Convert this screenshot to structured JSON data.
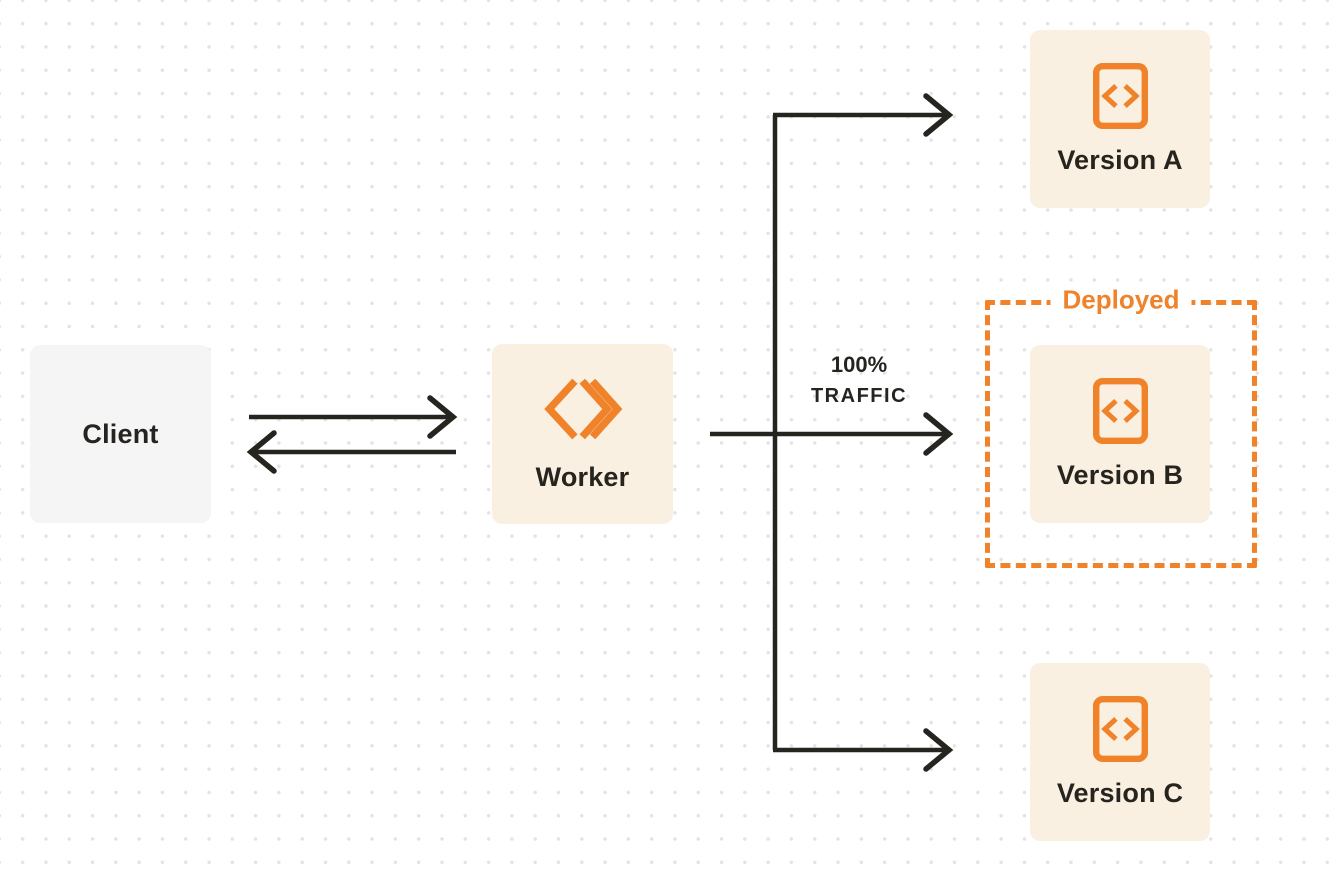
{
  "diagram": {
    "nodes": {
      "client": {
        "label": "Client"
      },
      "worker": {
        "label": "Worker"
      },
      "version_a": {
        "label": "Version A"
      },
      "version_b": {
        "label": "Version B"
      },
      "version_c": {
        "label": "Version C"
      }
    },
    "deployed_region": {
      "label": "Deployed"
    },
    "traffic": {
      "percent": "100%",
      "word": "TRAFFIC"
    },
    "icons": {
      "worker_icon": "cloudflare-workers-logo",
      "version_icon": "code-brackets"
    },
    "colors": {
      "accent_orange": "#f08229",
      "node_cream_bg": "#faf0e1",
      "client_gray_bg": "#f5f5f6",
      "ink": "#26241f",
      "dot_grid": "#e3e3e6",
      "page_bg": "#ffffff"
    }
  }
}
